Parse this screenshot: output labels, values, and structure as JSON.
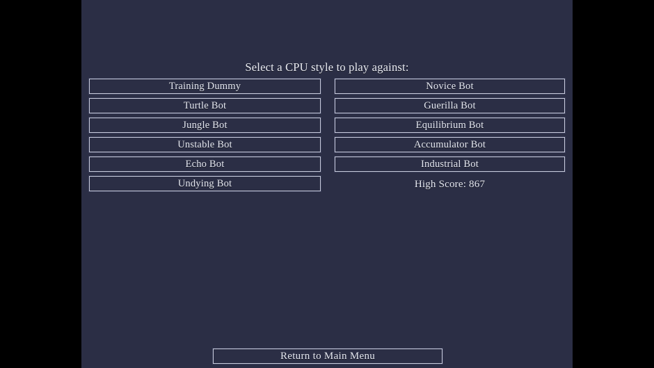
{
  "screen": {
    "background_color": "#2b2e45",
    "letterbox_color": "#000000",
    "text_color": "#e4e7f0",
    "border_color": "#c8cbdc"
  },
  "title": "Select a CPU style to play against:",
  "cpu_styles": {
    "left_column": [
      {
        "label": "Training Dummy"
      },
      {
        "label": "Turtle Bot"
      },
      {
        "label": "Jungle Bot"
      },
      {
        "label": "Unstable Bot"
      },
      {
        "label": "Echo Bot"
      },
      {
        "label": "Undying Bot"
      }
    ],
    "right_column": [
      {
        "label": "Novice Bot"
      },
      {
        "label": "Guerilla Bot"
      },
      {
        "label": "Equilibrium Bot"
      },
      {
        "label": "Accumulator Bot"
      },
      {
        "label": "Industrial Bot"
      }
    ]
  },
  "high_score": {
    "label": "High Score: 867",
    "value": 867
  },
  "footer": {
    "return_label": "Return to Main Menu"
  }
}
